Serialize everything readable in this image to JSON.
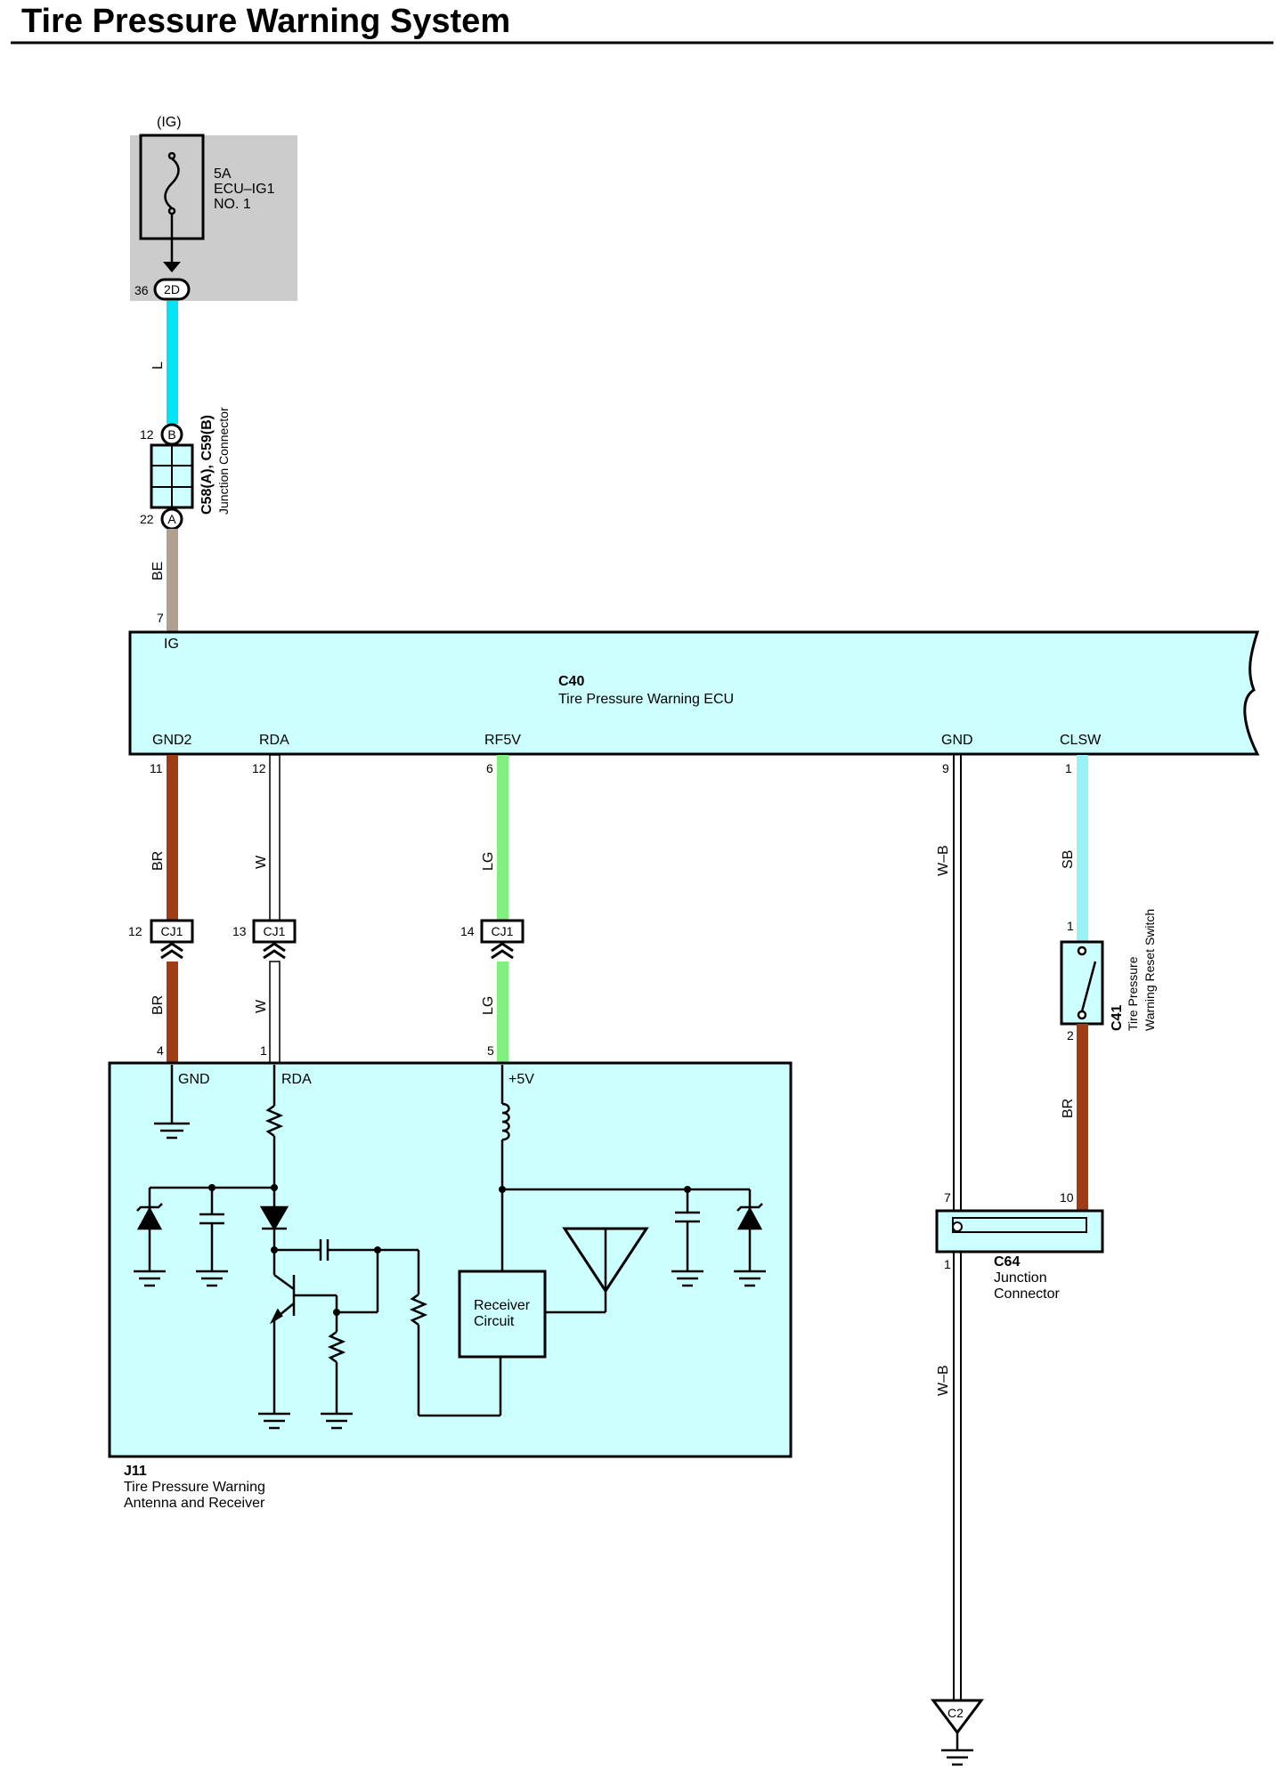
{
  "title": "Tire Pressure Warning System",
  "colors": {
    "module_fill": "#ccffff",
    "fuse_box_fill": "#cccccc",
    "wire_L": "#00e5f5",
    "wire_BE": "#b0a090",
    "wire_BR": "#a03c14",
    "wire_LG": "#80f080",
    "wire_SB": "#99f2f5",
    "wire_W": "#ffffff"
  },
  "fuse": {
    "supply": "(IG)",
    "rating": "5A",
    "name": "ECU–IG1",
    "number": "NO. 1",
    "connector": "2D",
    "pin": "36"
  },
  "jc_c58": {
    "name": "C58(A), C59(B)",
    "desc": "Junction Connector",
    "pin_top": "12",
    "tag_top": "B",
    "pin_bottom": "22",
    "tag_bottom": "A"
  },
  "ecu": {
    "id": "C40",
    "name": "Tire Pressure Warning ECU",
    "ig_pin": "7",
    "ig_label": "IG",
    "terminals": [
      {
        "label": "GND2",
        "pin": "11"
      },
      {
        "label": "RDA",
        "pin": "12"
      },
      {
        "label": "RF5V",
        "pin": "6"
      },
      {
        "label": "GND",
        "pin": "9"
      },
      {
        "label": "CLSW",
        "pin": "1"
      }
    ]
  },
  "wires": {
    "L": "L",
    "BE": "BE",
    "BR": "BR",
    "W": "W",
    "LG": "LG",
    "WB": "W–B",
    "SB": "SB"
  },
  "cj1": [
    {
      "tag": "CJ1",
      "pin": "12"
    },
    {
      "tag": "CJ1",
      "pin": "13"
    },
    {
      "tag": "CJ1",
      "pin": "14"
    }
  ],
  "receiver": {
    "id": "J11",
    "name1": "Tire Pressure Warning",
    "name2": "Antenna and Receiver",
    "pins": [
      "4",
      "1",
      "5"
    ],
    "labels": [
      "GND",
      "RDA",
      "+5V"
    ],
    "circuit_line1": "Receiver",
    "circuit_line2": "Circuit"
  },
  "switch_c41": {
    "id": "C41",
    "name1": "Tire Pressure",
    "name2": "Warning Reset Switch",
    "pin_top": "1",
    "pin_bottom": "2"
  },
  "jc_c64": {
    "id": "C64",
    "name1": "Junction",
    "name2": "Connector",
    "pin_left": "7",
    "pin_right": "10",
    "pin_bottom": "1"
  },
  "ground": {
    "id": "C2"
  }
}
